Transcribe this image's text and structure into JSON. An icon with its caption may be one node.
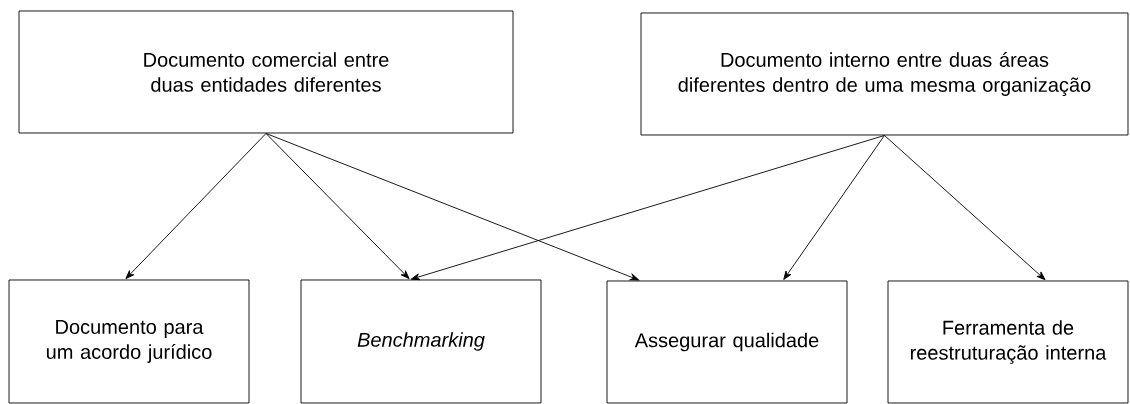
{
  "diagram": {
    "nodes": [
      {
        "text": [
          "Documento comercial entre duas entidades diferentes"
        ]
      },
      {
        "text": [
          "Documento interno entre duas áreas diferentes dentro de uma mesma organização"
        ]
      },
      {
        "text": [
          "Documento para um acordo jurídico"
        ]
      },
      {
        "text": [
          "Benchmarking"
        ]
      },
      {
        "text": [
          "Assegurar qualidade"
        ]
      },
      {
        "text": [
          "Ferramenta de reestruturação interna"
        ]
      }
    ],
    "edges": [
      {
        "from": 0,
        "to": 2,
        "arrow": "to"
      },
      {
        "from": 0,
        "to": 3,
        "arrow": "to"
      },
      {
        "from": 0,
        "to": 4,
        "arrow": "to"
      },
      {
        "from": 1,
        "to": 3,
        "arrow": "to"
      },
      {
        "from": 1,
        "to": 4,
        "arrow": "to"
      },
      {
        "from": 1,
        "to": 5,
        "arrow": "to"
      }
    ]
  }
}
